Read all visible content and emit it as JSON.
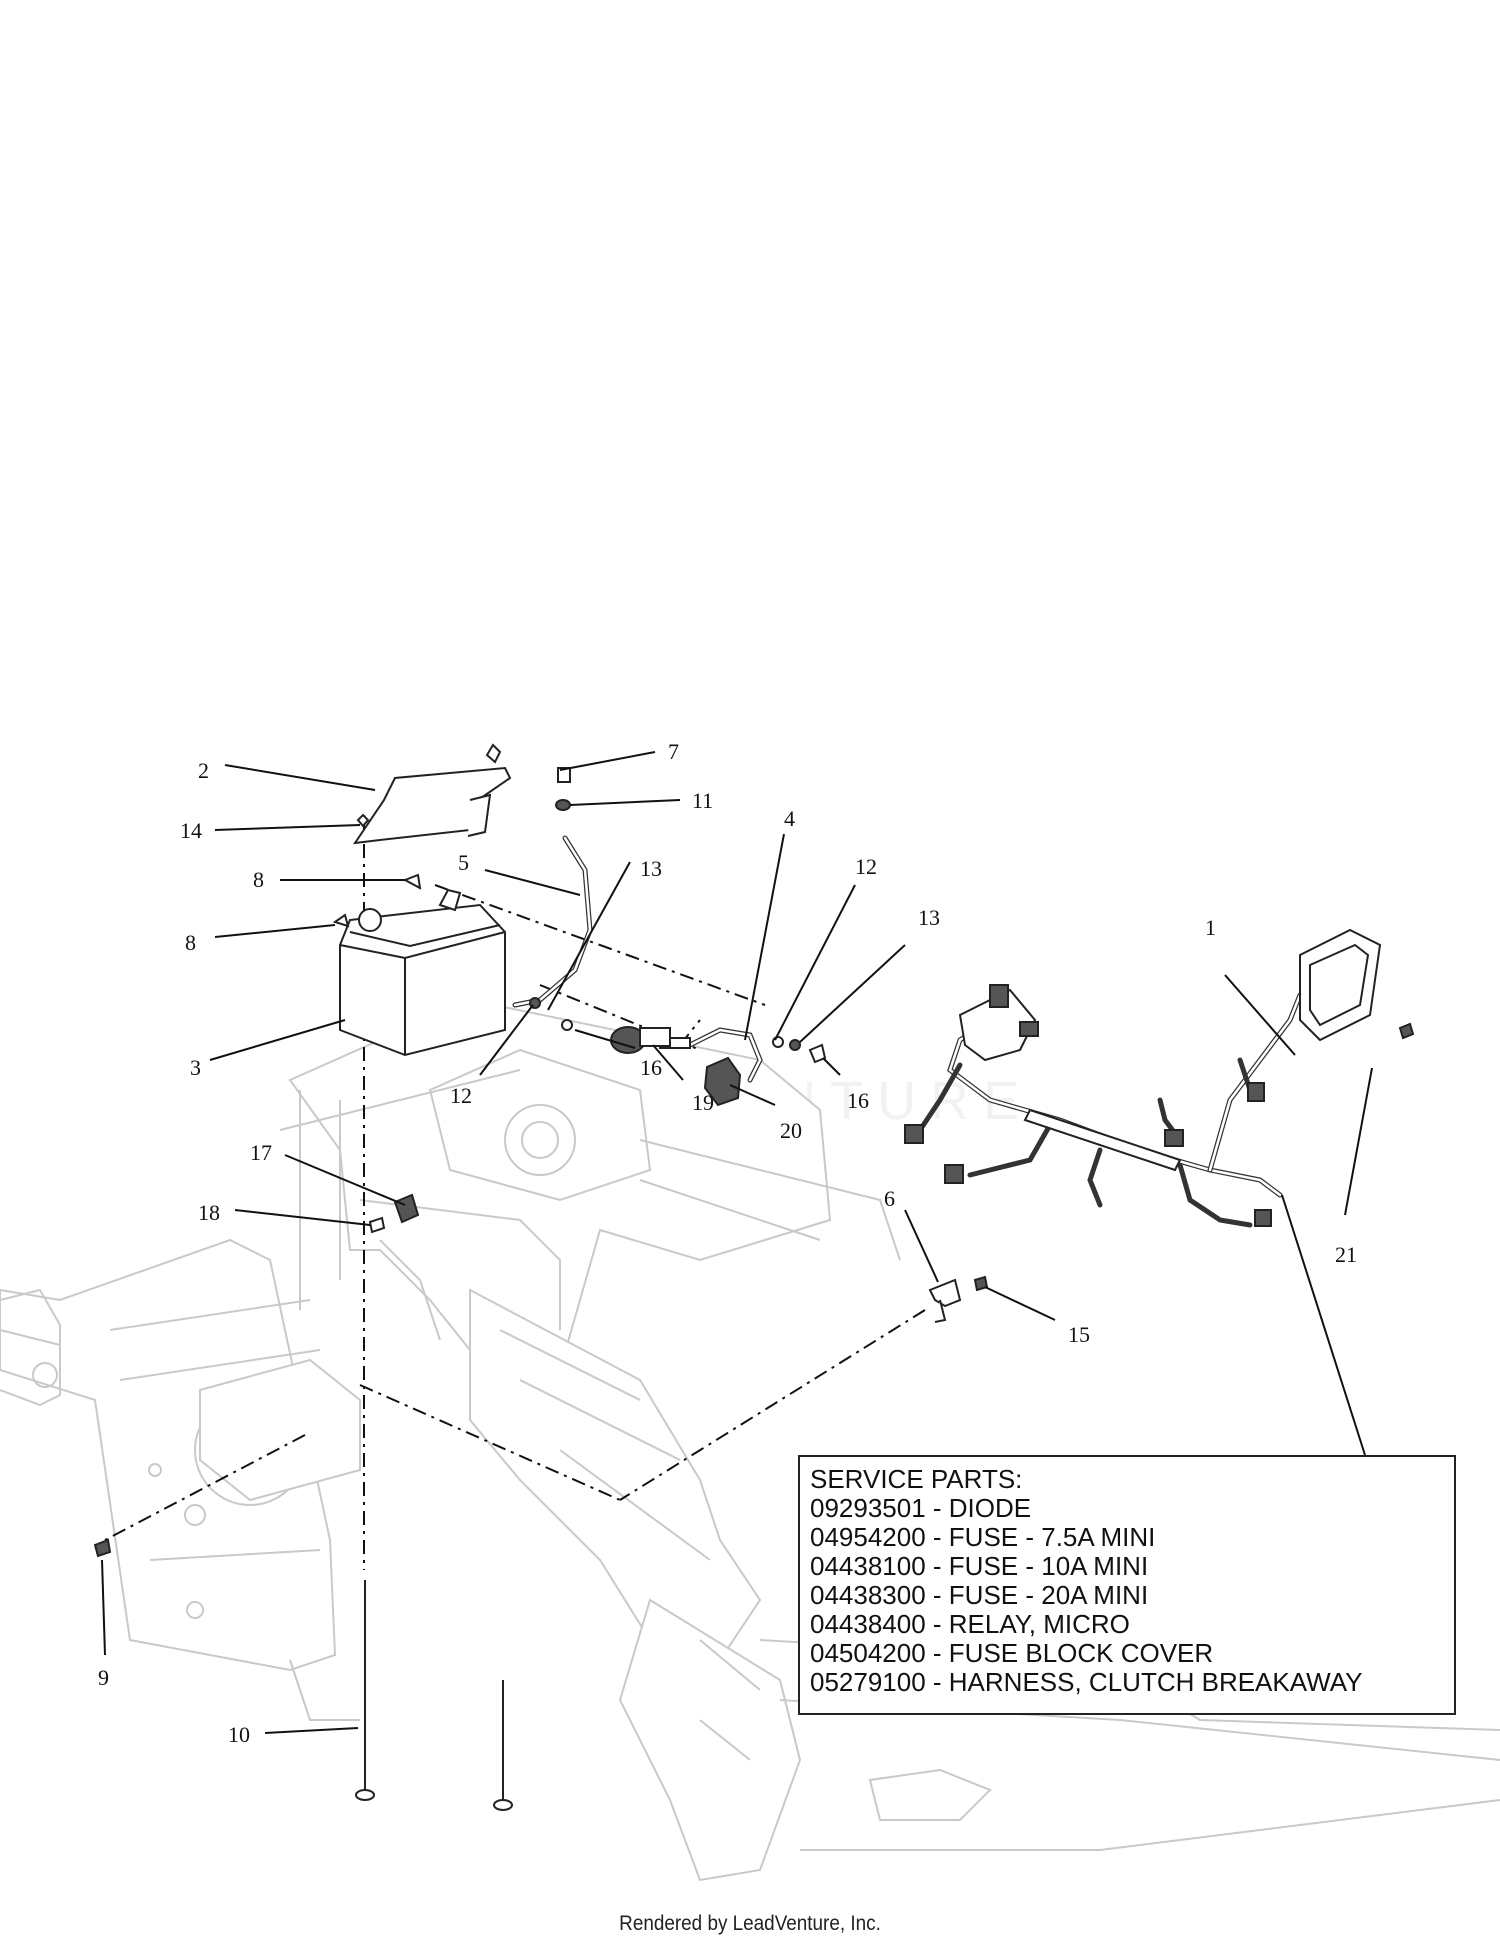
{
  "callouts": [
    {
      "id": "1",
      "text": "1"
    },
    {
      "id": "2",
      "text": "2"
    },
    {
      "id": "3",
      "text": "3"
    },
    {
      "id": "4",
      "text": "4"
    },
    {
      "id": "5",
      "text": "5"
    },
    {
      "id": "6",
      "text": "6"
    },
    {
      "id": "7",
      "text": "7"
    },
    {
      "id": "8a",
      "text": "8"
    },
    {
      "id": "8b",
      "text": "8"
    },
    {
      "id": "9",
      "text": "9"
    },
    {
      "id": "10",
      "text": "10"
    },
    {
      "id": "11",
      "text": "11"
    },
    {
      "id": "12a",
      "text": "12"
    },
    {
      "id": "12b",
      "text": "12"
    },
    {
      "id": "13a",
      "text": "13"
    },
    {
      "id": "13b",
      "text": "13"
    },
    {
      "id": "14",
      "text": "14"
    },
    {
      "id": "15",
      "text": "15"
    },
    {
      "id": "16a",
      "text": "16"
    },
    {
      "id": "16b",
      "text": "16"
    },
    {
      "id": "17",
      "text": "17"
    },
    {
      "id": "18",
      "text": "18"
    },
    {
      "id": "19",
      "text": "19"
    },
    {
      "id": "20",
      "text": "20"
    },
    {
      "id": "21",
      "text": "21"
    }
  ],
  "service_parts": {
    "title": "SERVICE PARTS:",
    "items": [
      "09293501 - DIODE",
      "04954200 - FUSE - 7.5A MINI",
      "04438100 - FUSE - 10A MINI",
      "04438300 - FUSE - 20A MINI",
      "04438400 - RELAY, MICRO",
      "04504200 - FUSE BLOCK COVER",
      "05279100 - HARNESS, CLUTCH BREAKAWAY"
    ]
  },
  "watermark": "LEADVENTURE",
  "footer": "Rendered by LeadVenture, Inc."
}
